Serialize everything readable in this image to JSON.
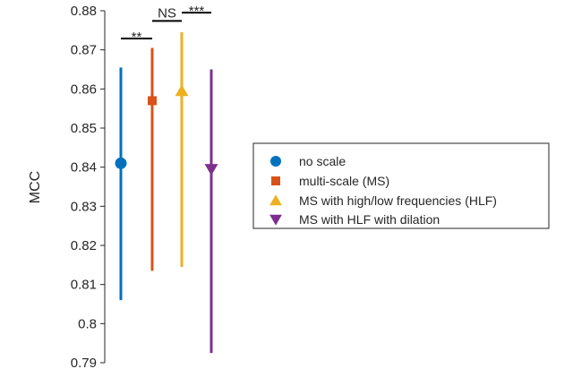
{
  "chart_data": {
    "type": "errorbar",
    "ylabel": "MCC",
    "ylim": [
      0.79,
      0.88
    ],
    "yticks": [
      {
        "value": 0.79,
        "label": "0.79"
      },
      {
        "value": 0.8,
        "label": "0.8"
      },
      {
        "value": 0.81,
        "label": "0.81"
      },
      {
        "value": 0.82,
        "label": "0.82"
      },
      {
        "value": 0.83,
        "label": "0.83"
      },
      {
        "value": 0.84,
        "label": "0.84"
      },
      {
        "value": 0.85,
        "label": "0.85"
      },
      {
        "value": 0.86,
        "label": "0.86"
      },
      {
        "value": 0.87,
        "label": "0.87"
      },
      {
        "value": 0.88,
        "label": "0.88"
      }
    ],
    "grid": false,
    "legend_position": "right",
    "series": [
      {
        "name": "no scale",
        "marker": "circle",
        "color": "#0072BD",
        "mean": 0.841,
        "lower": 0.806,
        "upper": 0.8655
      },
      {
        "name": "multi-scale (MS)",
        "marker": "square",
        "color": "#D95319",
        "mean": 0.857,
        "lower": 0.8135,
        "upper": 0.8705
      },
      {
        "name": "MS with high/low frequencies (HLF)",
        "marker": "triangle-up",
        "color": "#EDB120",
        "mean": 0.8595,
        "lower": 0.8145,
        "upper": 0.8745
      },
      {
        "name": "MS with HLF with dilation",
        "marker": "triangle-down",
        "color": "#7E2F8E",
        "mean": 0.8395,
        "lower": 0.7925,
        "upper": 0.865
      }
    ],
    "significance": [
      {
        "from": 0,
        "to": 1,
        "label": "**",
        "y": 0.8729
      },
      {
        "from": 1,
        "to": 2,
        "label": "NS",
        "y": 0.8774
      },
      {
        "from": 2,
        "to": 3,
        "label": "***",
        "y": 0.8795
      }
    ]
  }
}
